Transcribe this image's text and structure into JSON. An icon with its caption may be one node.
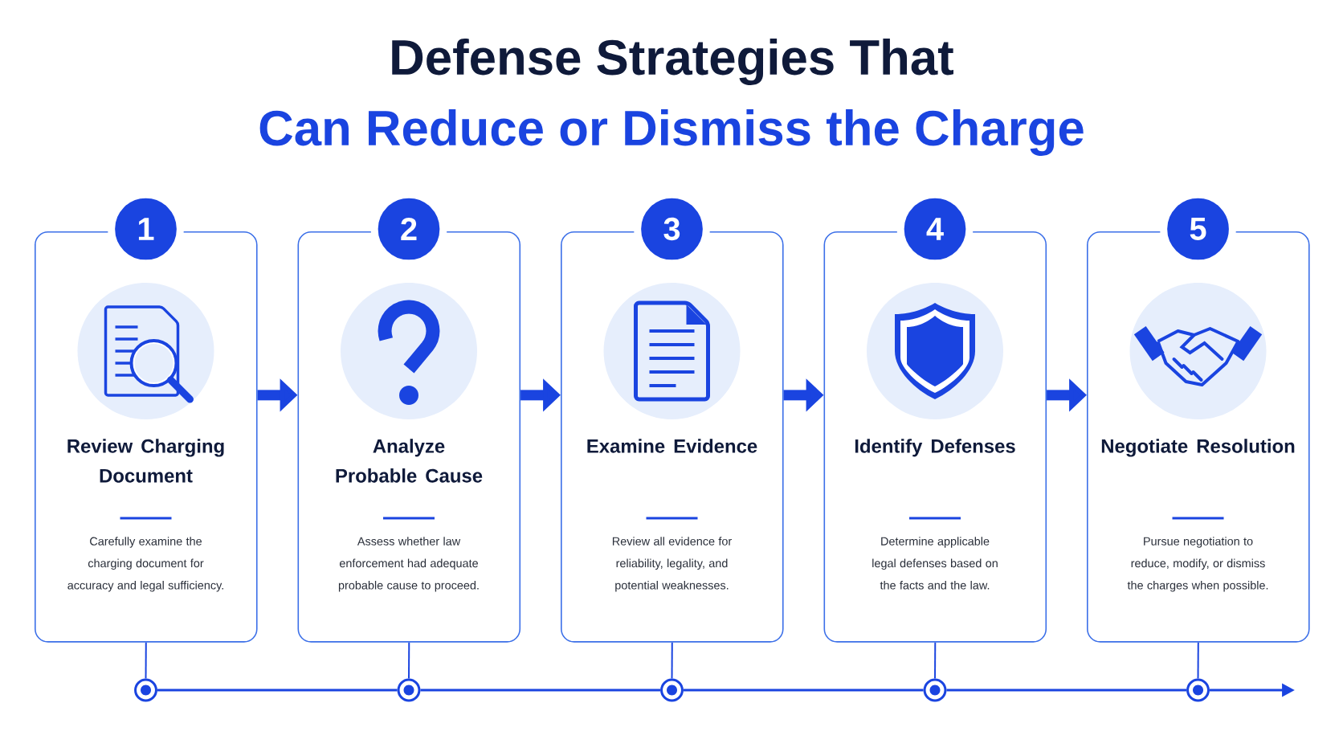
{
  "diagram": {
    "title": "Defense Strategies That",
    "labels": [
      "Can Reduce or Dismiss the Charge"
    ],
    "nodes": [
      {
        "text": [
          "Review Charging Document",
          "Carefully examine the charging document for accuracy and legal sufficiency."
        ]
      },
      {
        "text": [
          "Analyze Probable Cause",
          "Assess whether law enforcement had adequate probable cause to proceed."
        ]
      },
      {
        "text": [
          "Examine Evidence",
          "Review all evidence for reliability, legality, and potential weaknesses."
        ]
      },
      {
        "text": [
          "Identify Defenses",
          "Determine applicable legal defenses based on the facts and the law."
        ]
      },
      {
        "text": [
          "Negotiate Resolution",
          "Pursue negotiation to reduce, modify, or dismiss the charges when possible."
        ]
      },
      {
        "text": [
          "1"
        ]
      },
      {
        "text": [
          "2"
        ]
      },
      {
        "text": [
          "3"
        ]
      },
      {
        "text": [
          "4"
        ]
      },
      {
        "text": [
          "5"
        ]
      },
      {
        "text": [],
        "shape": "circle"
      },
      {
        "text": [],
        "shape": "circle"
      },
      {
        "text": [],
        "shape": "circle"
      },
      {
        "text": [],
        "shape": "circle"
      },
      {
        "text": [],
        "shape": "circle"
      }
    ],
    "edges": [
      {
        "from": 0,
        "to": 1,
        "arrow": "to",
        "style": "thick"
      },
      {
        "from": 1,
        "to": 2,
        "arrow": "to",
        "style": "thick"
      },
      {
        "from": 2,
        "to": 3,
        "arrow": "to",
        "style": "thick"
      },
      {
        "from": 3,
        "to": 4,
        "arrow": "to",
        "style": "thick"
      },
      {
        "from": 0,
        "to": 10,
        "arrow": "none"
      },
      {
        "from": 1,
        "to": 11,
        "arrow": "none"
      },
      {
        "from": 2,
        "to": 12,
        "arrow": "none"
      },
      {
        "from": 3,
        "to": 13,
        "arrow": "none"
      },
      {
        "from": 4,
        "to": 14,
        "arrow": "none"
      },
      {
        "from": 10,
        "to": 11,
        "arrow": "none"
      },
      {
        "from": 11,
        "to": 12,
        "arrow": "none"
      },
      {
        "from": 12,
        "to": 13,
        "arrow": "none"
      },
      {
        "from": 13,
        "to": 14,
        "arrow": "none"
      },
      {
        "from": 14,
        "to": null,
        "arrow": "to"
      }
    ]
  }
}
